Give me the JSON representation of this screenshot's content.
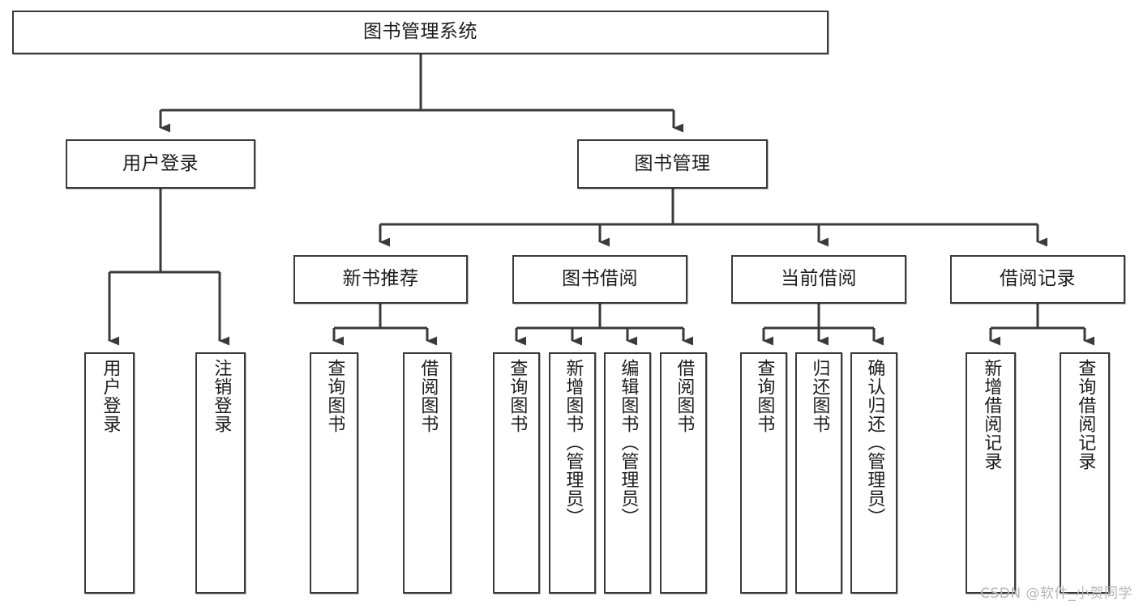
{
  "diagram": {
    "title": "图书管理系统",
    "type": "tree-hierarchy-chart",
    "background": "#ffffff",
    "line_color": "#3a3a3a",
    "text_color": "#1d1d1d"
  },
  "nodes": {
    "root": {
      "label": "图书管理系统"
    },
    "level2": [
      {
        "id": "user-login",
        "label": "用户登录"
      },
      {
        "id": "book-management",
        "label": "图书管理"
      }
    ],
    "level3": [
      {
        "id": "new-book-recommend",
        "label": "新书推荐"
      },
      {
        "id": "book-borrow",
        "label": "图书借阅"
      },
      {
        "id": "current-borrow",
        "label": "当前借阅"
      },
      {
        "id": "borrow-record",
        "label": "借阅记录"
      }
    ],
    "leaves": [
      {
        "id": "leaf-user-login",
        "label": "用户登录",
        "parent": "user-login"
      },
      {
        "id": "leaf-user-logout",
        "label": "注销登录",
        "parent": "user-login"
      },
      {
        "id": "leaf-query-book-1",
        "label": "查询图书",
        "parent": "new-book-recommend"
      },
      {
        "id": "leaf-borrow-book-1",
        "label": "借阅图书",
        "parent": "new-book-recommend"
      },
      {
        "id": "leaf-query-book-2",
        "label": "查询图书",
        "parent": "book-borrow"
      },
      {
        "id": "leaf-add-book",
        "label": "新增图书（管理员）",
        "parent": "book-borrow"
      },
      {
        "id": "leaf-edit-book",
        "label": "编辑图书（管理员）",
        "parent": "book-borrow"
      },
      {
        "id": "leaf-borrow-book-2",
        "label": "借阅图书",
        "parent": "book-borrow"
      },
      {
        "id": "leaf-query-book-3",
        "label": "查询图书",
        "parent": "current-borrow"
      },
      {
        "id": "leaf-return-book",
        "label": "归还图书",
        "parent": "current-borrow"
      },
      {
        "id": "leaf-confirm-return",
        "label": "确认归还（管理员）",
        "parent": "current-borrow"
      },
      {
        "id": "leaf-add-record",
        "label": "新增借阅记录",
        "parent": "borrow-record"
      },
      {
        "id": "leaf-query-record",
        "label": "查询借阅记录",
        "parent": "borrow-record"
      }
    ]
  },
  "watermark": {
    "text": "CSDN @软件_小贺同学"
  }
}
